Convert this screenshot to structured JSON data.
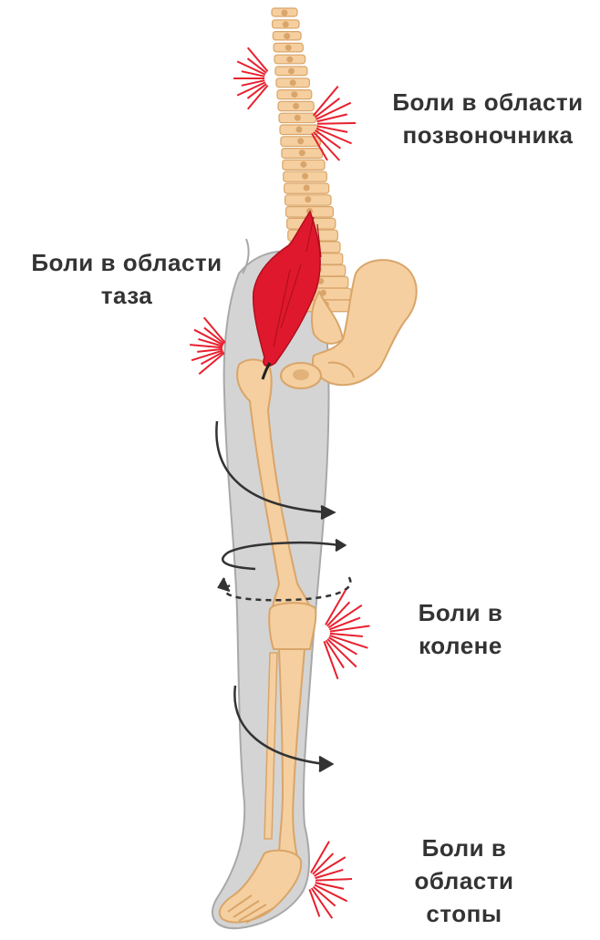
{
  "colors": {
    "text": "#333333",
    "bone": "#f5cf9f",
    "bone_outline": "#d9a56a",
    "leg_silhouette": "#d4d4d4",
    "leg_outline": "#a8a8a8",
    "muscle": "#e0182d",
    "pain_rays": "#e8202e",
    "arrow": "#333333"
  },
  "labels": {
    "spine": [
      "Боли в области",
      "позвоночника"
    ],
    "pelvis": [
      "Боли в области",
      "таза"
    ],
    "knee": [
      "Боли в",
      "колене"
    ],
    "foot": [
      "Боли в",
      "области",
      "стопы"
    ]
  },
  "icons": {
    "pain_marker": "red-radiating-lines-icon",
    "rotation_arrow": "curved-arrow-icon"
  }
}
